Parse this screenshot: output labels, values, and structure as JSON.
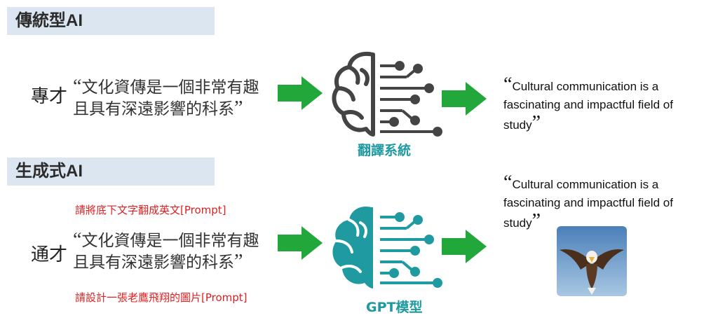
{
  "section_traditional": {
    "title": "傳統型AI",
    "role": "專才",
    "input_line1": "文化資傳是一個非常有趣",
    "input_line2": "且具有深遠影響的科系",
    "model_label": "翻譯系統",
    "output_line1": "Cultural communication is a",
    "output_line2": "fascinating and impactful field of",
    "output_line3": "study"
  },
  "section_generative": {
    "title": "生成式AI",
    "role": "通才",
    "prompt_translate": "請將底下文字翻成英文[Prompt]",
    "input_line1": "文化資傳是一個非常有趣",
    "input_line2": "且具有深遠影響的科系",
    "prompt_image": "請設計一張老鷹飛翔的圖片[Prompt]",
    "model_label": "GPT模型",
    "output_line1": "Cultural communication is a",
    "output_line2": "fascinating and impactful field of",
    "output_line3": "study"
  },
  "quote_open": "“",
  "quote_close": "”",
  "colors": {
    "arrow": "#22a83a",
    "brain_traditional": "#444444",
    "brain_generative": "#1e9aa0",
    "header_bg": "#dbe6f1",
    "prompt": "#e02020"
  },
  "icons": [
    "brain-circuit-icon",
    "arrow-right-icon",
    "eagle-image"
  ]
}
